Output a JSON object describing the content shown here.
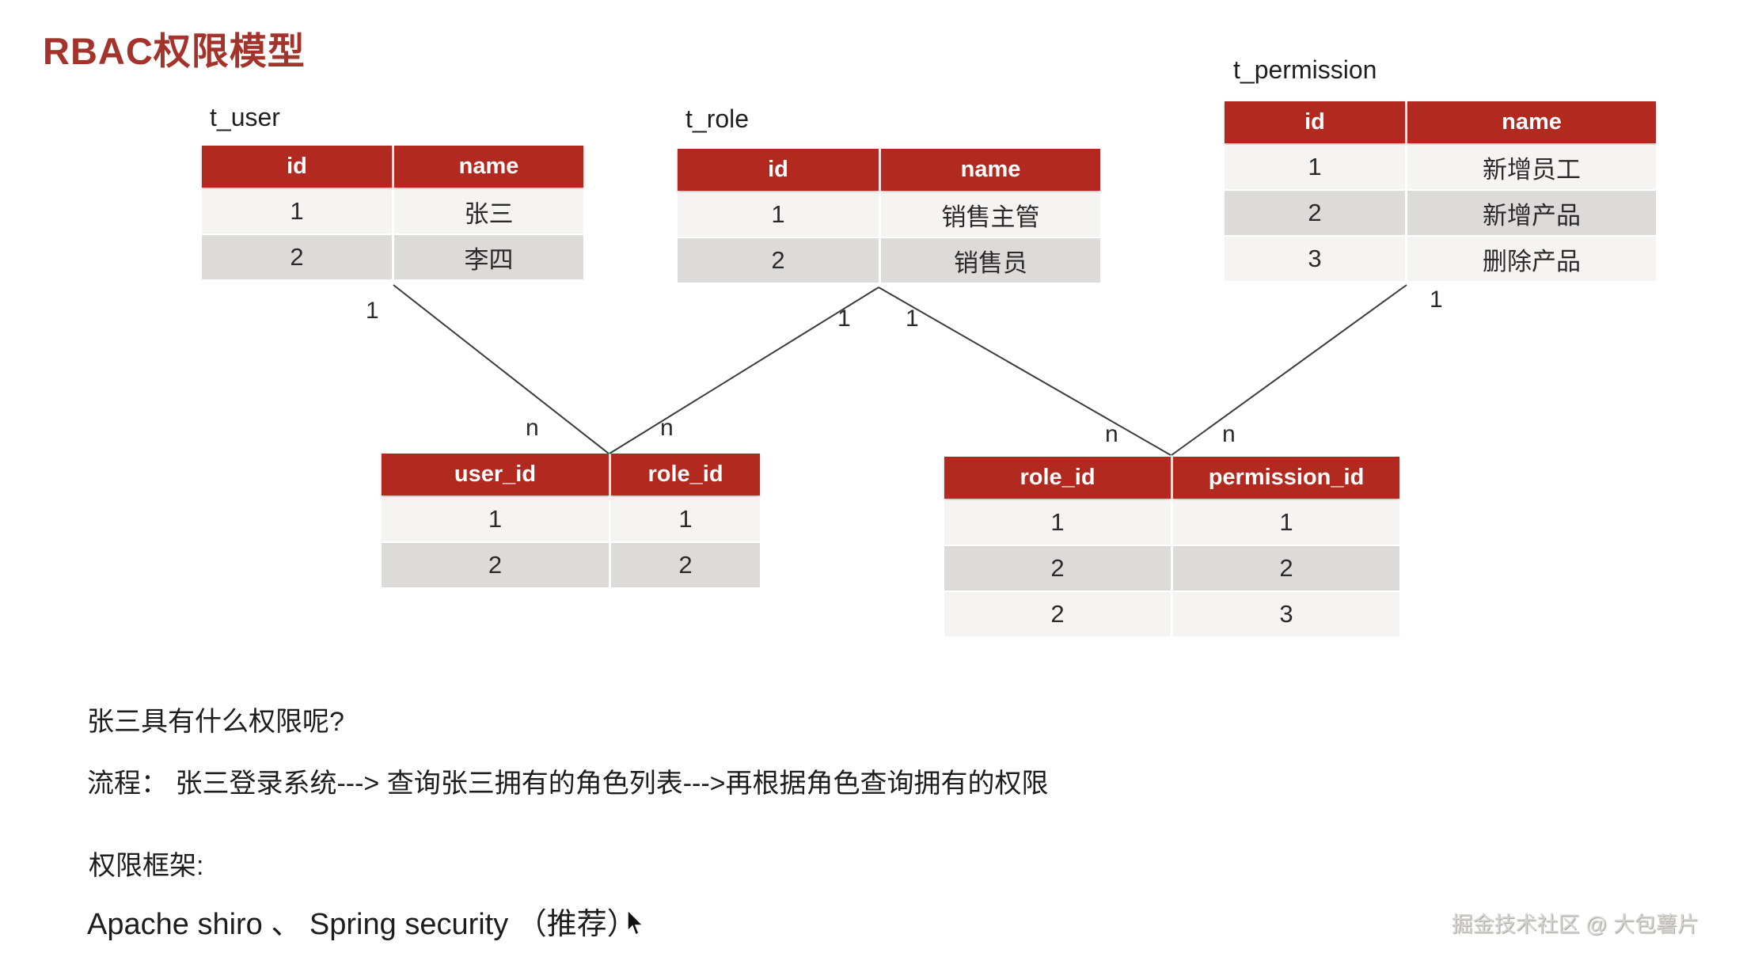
{
  "slide": {
    "title": "RBAC权限模型"
  },
  "colors": {
    "accent": "#B22A1F",
    "title_red": "#A4332B",
    "row_light": "#F5F4F3",
    "row_dark": "#DCDBDA"
  },
  "tables": {
    "t_user": {
      "label": "t_user",
      "headers": [
        "id",
        "name"
      ],
      "rows": [
        [
          "1",
          "张三"
        ],
        [
          "2",
          "李四"
        ]
      ]
    },
    "t_role": {
      "label": "t_role",
      "headers": [
        "id",
        "name"
      ],
      "rows": [
        [
          "1",
          "销售主管"
        ],
        [
          "2",
          "销售员"
        ]
      ]
    },
    "t_permission": {
      "label": "t_permission",
      "headers": [
        "id",
        "name"
      ],
      "rows": [
        [
          "1",
          "新增员工"
        ],
        [
          "2",
          "新增产品"
        ],
        [
          "3",
          "删除产品"
        ]
      ]
    },
    "user_role": {
      "headers": [
        "user_id",
        "role_id"
      ],
      "rows": [
        [
          "1",
          "1"
        ],
        [
          "2",
          "2"
        ]
      ]
    },
    "role_permission": {
      "headers": [
        "role_id",
        "permission_id"
      ],
      "rows": [
        [
          "1",
          "1"
        ],
        [
          "2",
          "2"
        ],
        [
          "2",
          "3"
        ]
      ]
    }
  },
  "cardinality": [
    {
      "text": "1"
    },
    {
      "text": "n"
    },
    {
      "text": "n"
    },
    {
      "text": "1"
    },
    {
      "text": "1"
    },
    {
      "text": "n"
    },
    {
      "text": "n"
    },
    {
      "text": "1"
    }
  ],
  "notes": {
    "question": "张三具有什么权限呢?",
    "flow": "流程： 张三登录系统---> 查询张三拥有的角色列表--->再根据角色查询拥有的权限",
    "framework_label": "权限框架:",
    "frameworks": "Apache shiro  、 Spring security （推荐）"
  },
  "watermark": "掘金技术社区 @ 大包薯片"
}
